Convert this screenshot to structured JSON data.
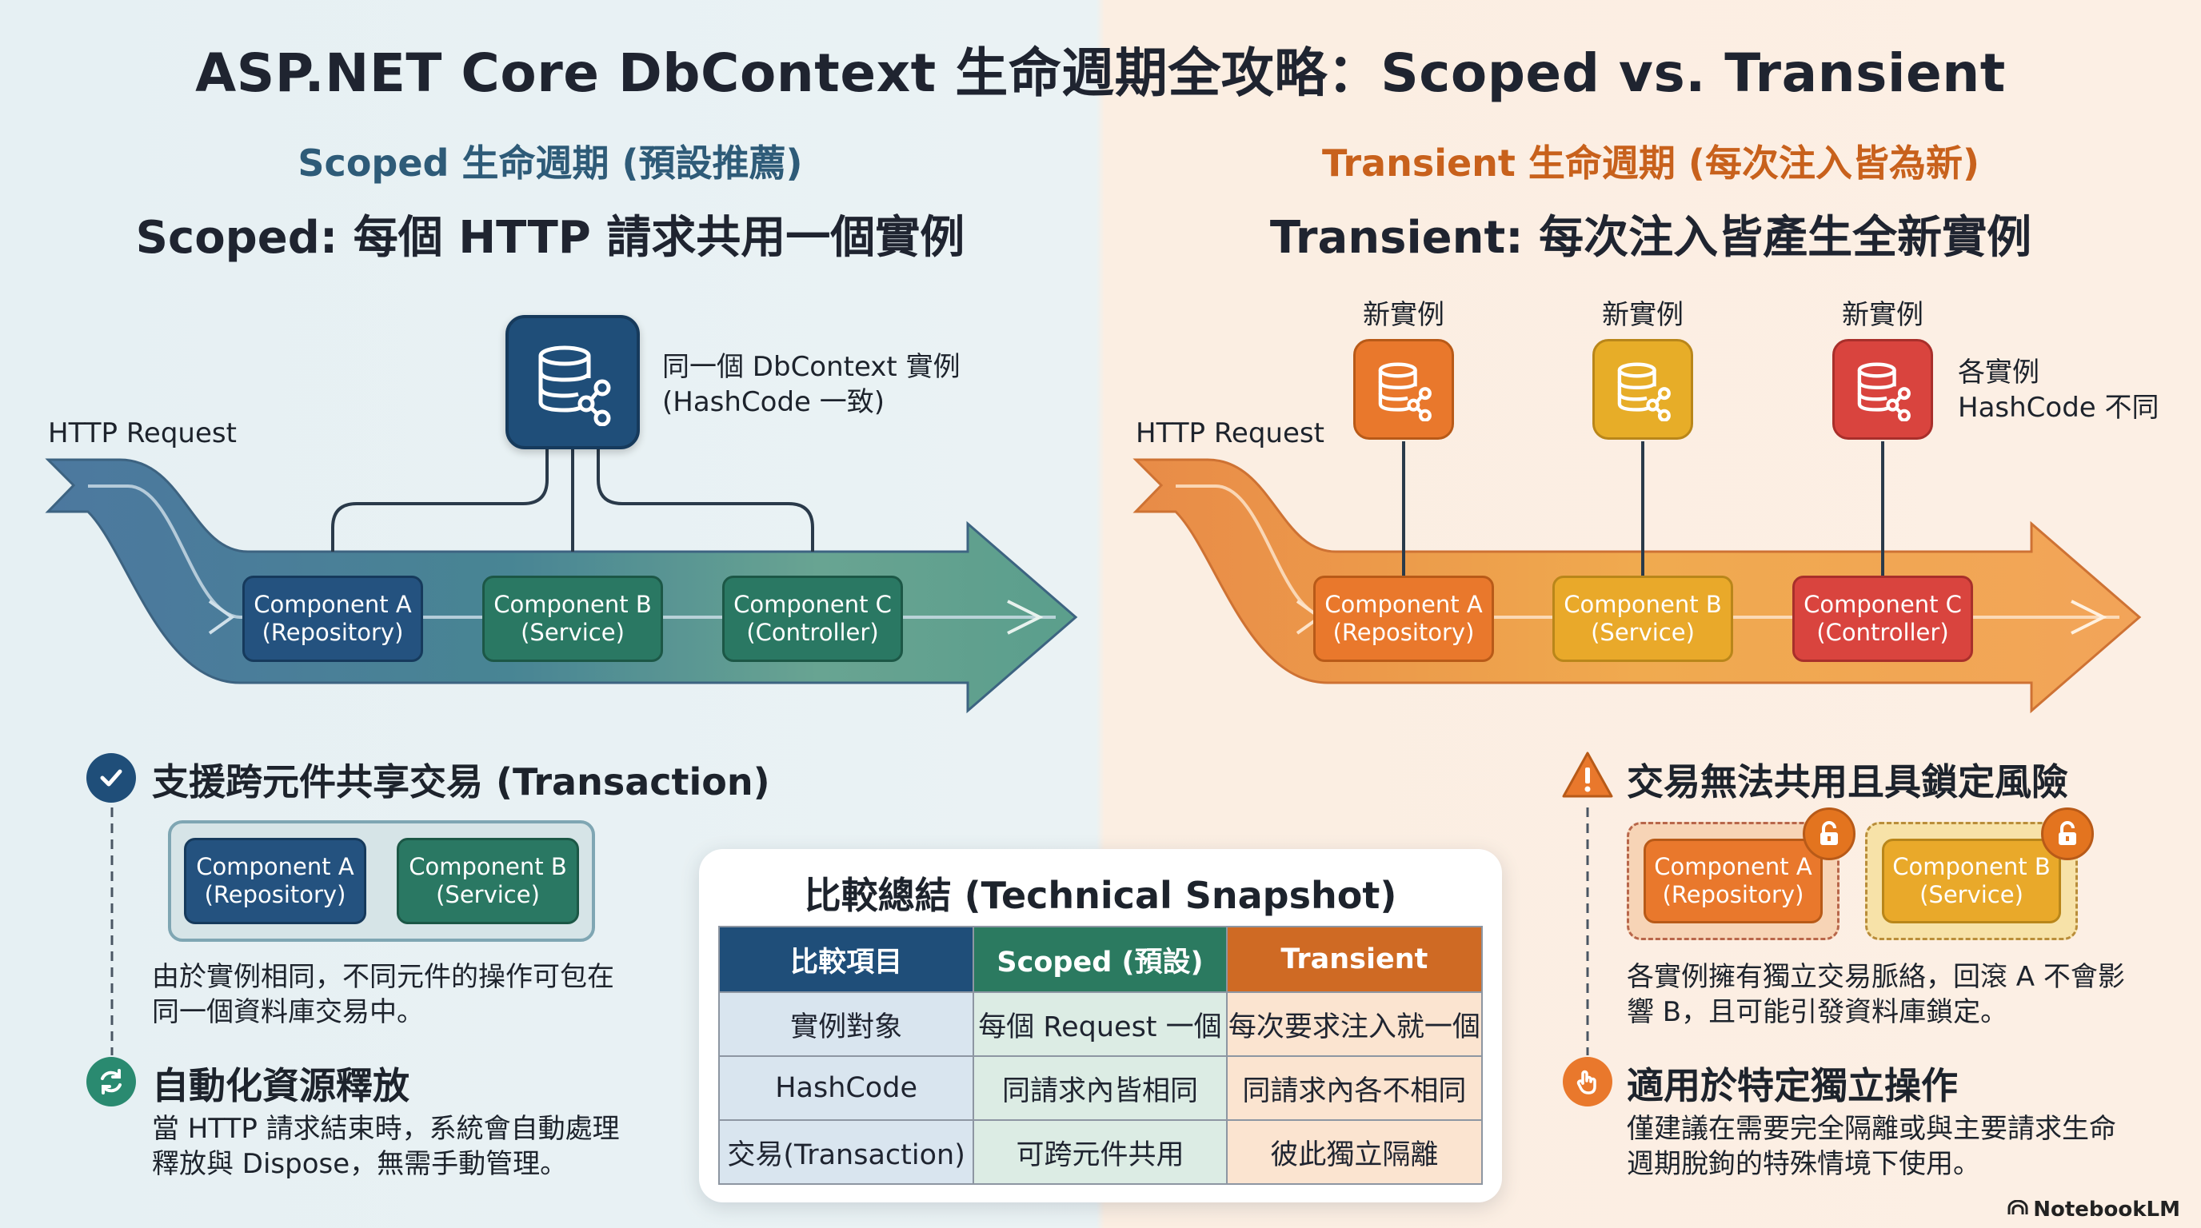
{
  "title": "ASP.NET Core DbContext 生命週期全攻略：Scoped vs. Transient",
  "scoped": {
    "subtitle": "Scoped 生命週期 (預設推薦)",
    "heading": "Scoped: 每個 HTTP 請求共用一個實例",
    "request_label": "HTTP Request",
    "db_note_line1": "同一個 DbContext 實例",
    "db_note_line2": "(HashCode 一致)",
    "components": [
      {
        "name": "Component A",
        "role": "(Repository)"
      },
      {
        "name": "Component B",
        "role": "(Service)"
      },
      {
        "name": "Component C",
        "role": "(Controller)"
      }
    ],
    "feature1": {
      "title": "支援跨元件共享交易 (Transaction)",
      "components": [
        {
          "name": "Component A",
          "role": "(Repository)"
        },
        {
          "name": "Component B",
          "role": "(Service)"
        }
      ],
      "desc_line1": "由於實例相同，不同元件的操作可包在",
      "desc_line2": "同一個資料庫交易中。"
    },
    "feature2": {
      "title": "自動化資源釋放",
      "desc_line1": "當 HTTP 請求結束時，系統會自動處理",
      "desc_line2": "釋放與 Dispose，無需手動管理。"
    }
  },
  "transient": {
    "subtitle": "Transient 生命週期 (每次注入皆為新)",
    "heading": "Transient: 每次注入皆產生全新實例",
    "request_label": "HTTP Request",
    "new_instance_labels": [
      "新實例",
      "新實例",
      "新實例"
    ],
    "db_note_line1": "各實例",
    "db_note_line2": "HashCode 不同",
    "components": [
      {
        "name": "Component A",
        "role": "(Repository)"
      },
      {
        "name": "Component B",
        "role": "(Service)"
      },
      {
        "name": "Component C",
        "role": "(Controller)"
      }
    ],
    "feature1": {
      "title": "交易無法共用且具鎖定風險",
      "components": [
        {
          "name": "Component A",
          "role": "(Repository)"
        },
        {
          "name": "Component B",
          "role": "(Service)"
        }
      ],
      "desc_line1": "各實例擁有獨立交易脈絡，回滾 A 不會影",
      "desc_line2": "響 B，且可能引發資料庫鎖定。"
    },
    "feature2": {
      "title": "適用於特定獨立操作",
      "desc_line1": "僅建議在需要完全隔離或與主要請求生命",
      "desc_line2": "週期脫鉤的特殊情境下使用。"
    }
  },
  "summary": {
    "title": "比較總結 (Technical Snapshot)",
    "headers": [
      "比較項目",
      "Scoped (預設)",
      "Transient"
    ],
    "rows": [
      [
        "實例對象",
        "每個 Request 一個",
        "每次要求注入就一個"
      ],
      [
        "HashCode",
        "同請求內皆相同",
        "同請求內各不相同"
      ],
      [
        "交易(Transaction)",
        "可跨元件共用",
        "彼此獨立隔離"
      ]
    ]
  },
  "watermark": "NotebookLM",
  "colors": {
    "scoped_title": "#2e5b78",
    "transient_title": "#c8611c",
    "scoped_db": "#1f4e79",
    "table_header_1": "#1f4e79",
    "table_header_2": "#2b7a60",
    "table_header_3": "#cf6a24"
  }
}
